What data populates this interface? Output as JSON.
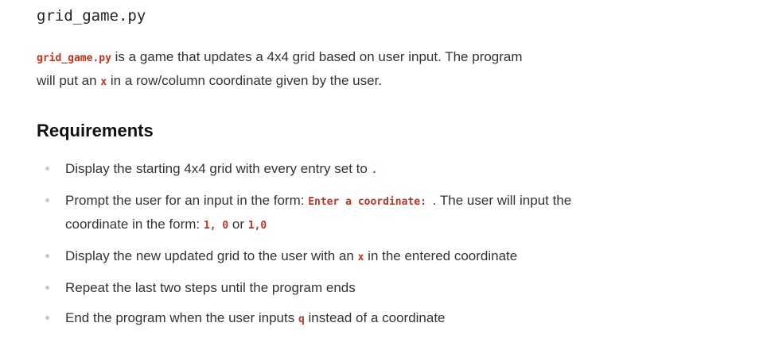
{
  "file": {
    "title": "grid_game.py"
  },
  "intro": {
    "code_name": "grid_game.py",
    "text_1": " is a game that updates a 4x4 grid based on user input. The program will put an ",
    "code_x": "x",
    "text_2": " in a row/column coordinate given by the user."
  },
  "requirements": {
    "heading": "Requirements",
    "items": [
      {
        "text_1": "Display the starting 4x4 grid with every entry set to ",
        "code_1": "."
      },
      {
        "text_1": "Prompt the user for an input in the form: ",
        "code_1": "Enter a coordinate: ",
        "text_2": ". The user will input the coordinate in the form: ",
        "code_2": "1, 0",
        "text_3": " or ",
        "code_3": "1,0"
      },
      {
        "text_1": "Display the new updated grid to the user with an ",
        "code_1": "x",
        "text_2": " in the entered coordinate"
      },
      {
        "text_1": "Repeat the last two steps until the program ends"
      },
      {
        "text_1": "End the program when the user inputs ",
        "code_1": "q",
        "text_2": " instead of a coordinate"
      }
    ]
  },
  "colors": {
    "code": "#c0341d",
    "text": "#333333",
    "heading": "#111111",
    "bullet": "#c8c8c8"
  }
}
